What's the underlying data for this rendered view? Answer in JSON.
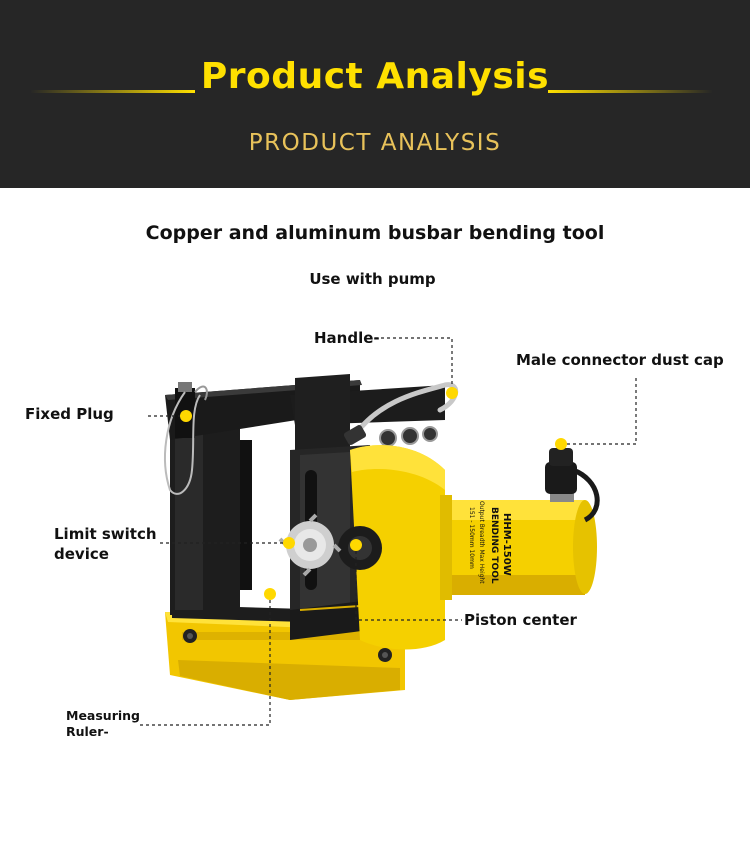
{
  "header": {
    "title": "Product Analysis",
    "subtitle": "PRODUCT ANALYSIS"
  },
  "product": {
    "title": "Copper and aluminum busbar bending tool",
    "subtitle": "Use with pump",
    "cylinder_text": {
      "line1": "HHM-150W",
      "line2": "BENDING TOOL",
      "line3": "Output Breadth Max Height",
      "line4": "151 - 150mm  10mm"
    }
  },
  "callouts": {
    "handle": "Handle-",
    "dust_cap": "Male connector dust cap",
    "fixed_plug": "Fixed Plug",
    "limit_switch_line1": "Limit switch",
    "limit_switch_line2": "device",
    "piston_center": "Piston center",
    "measuring_ruler_line1": "Measuring",
    "measuring_ruler_line2": "Ruler-"
  },
  "colors": {
    "header_bg": "#262626",
    "accent_yellow": "#ffe000",
    "subtitle_gold": "#e8c25a",
    "tool_yellow": "#f5d000",
    "tool_black": "#1a1a1a"
  }
}
